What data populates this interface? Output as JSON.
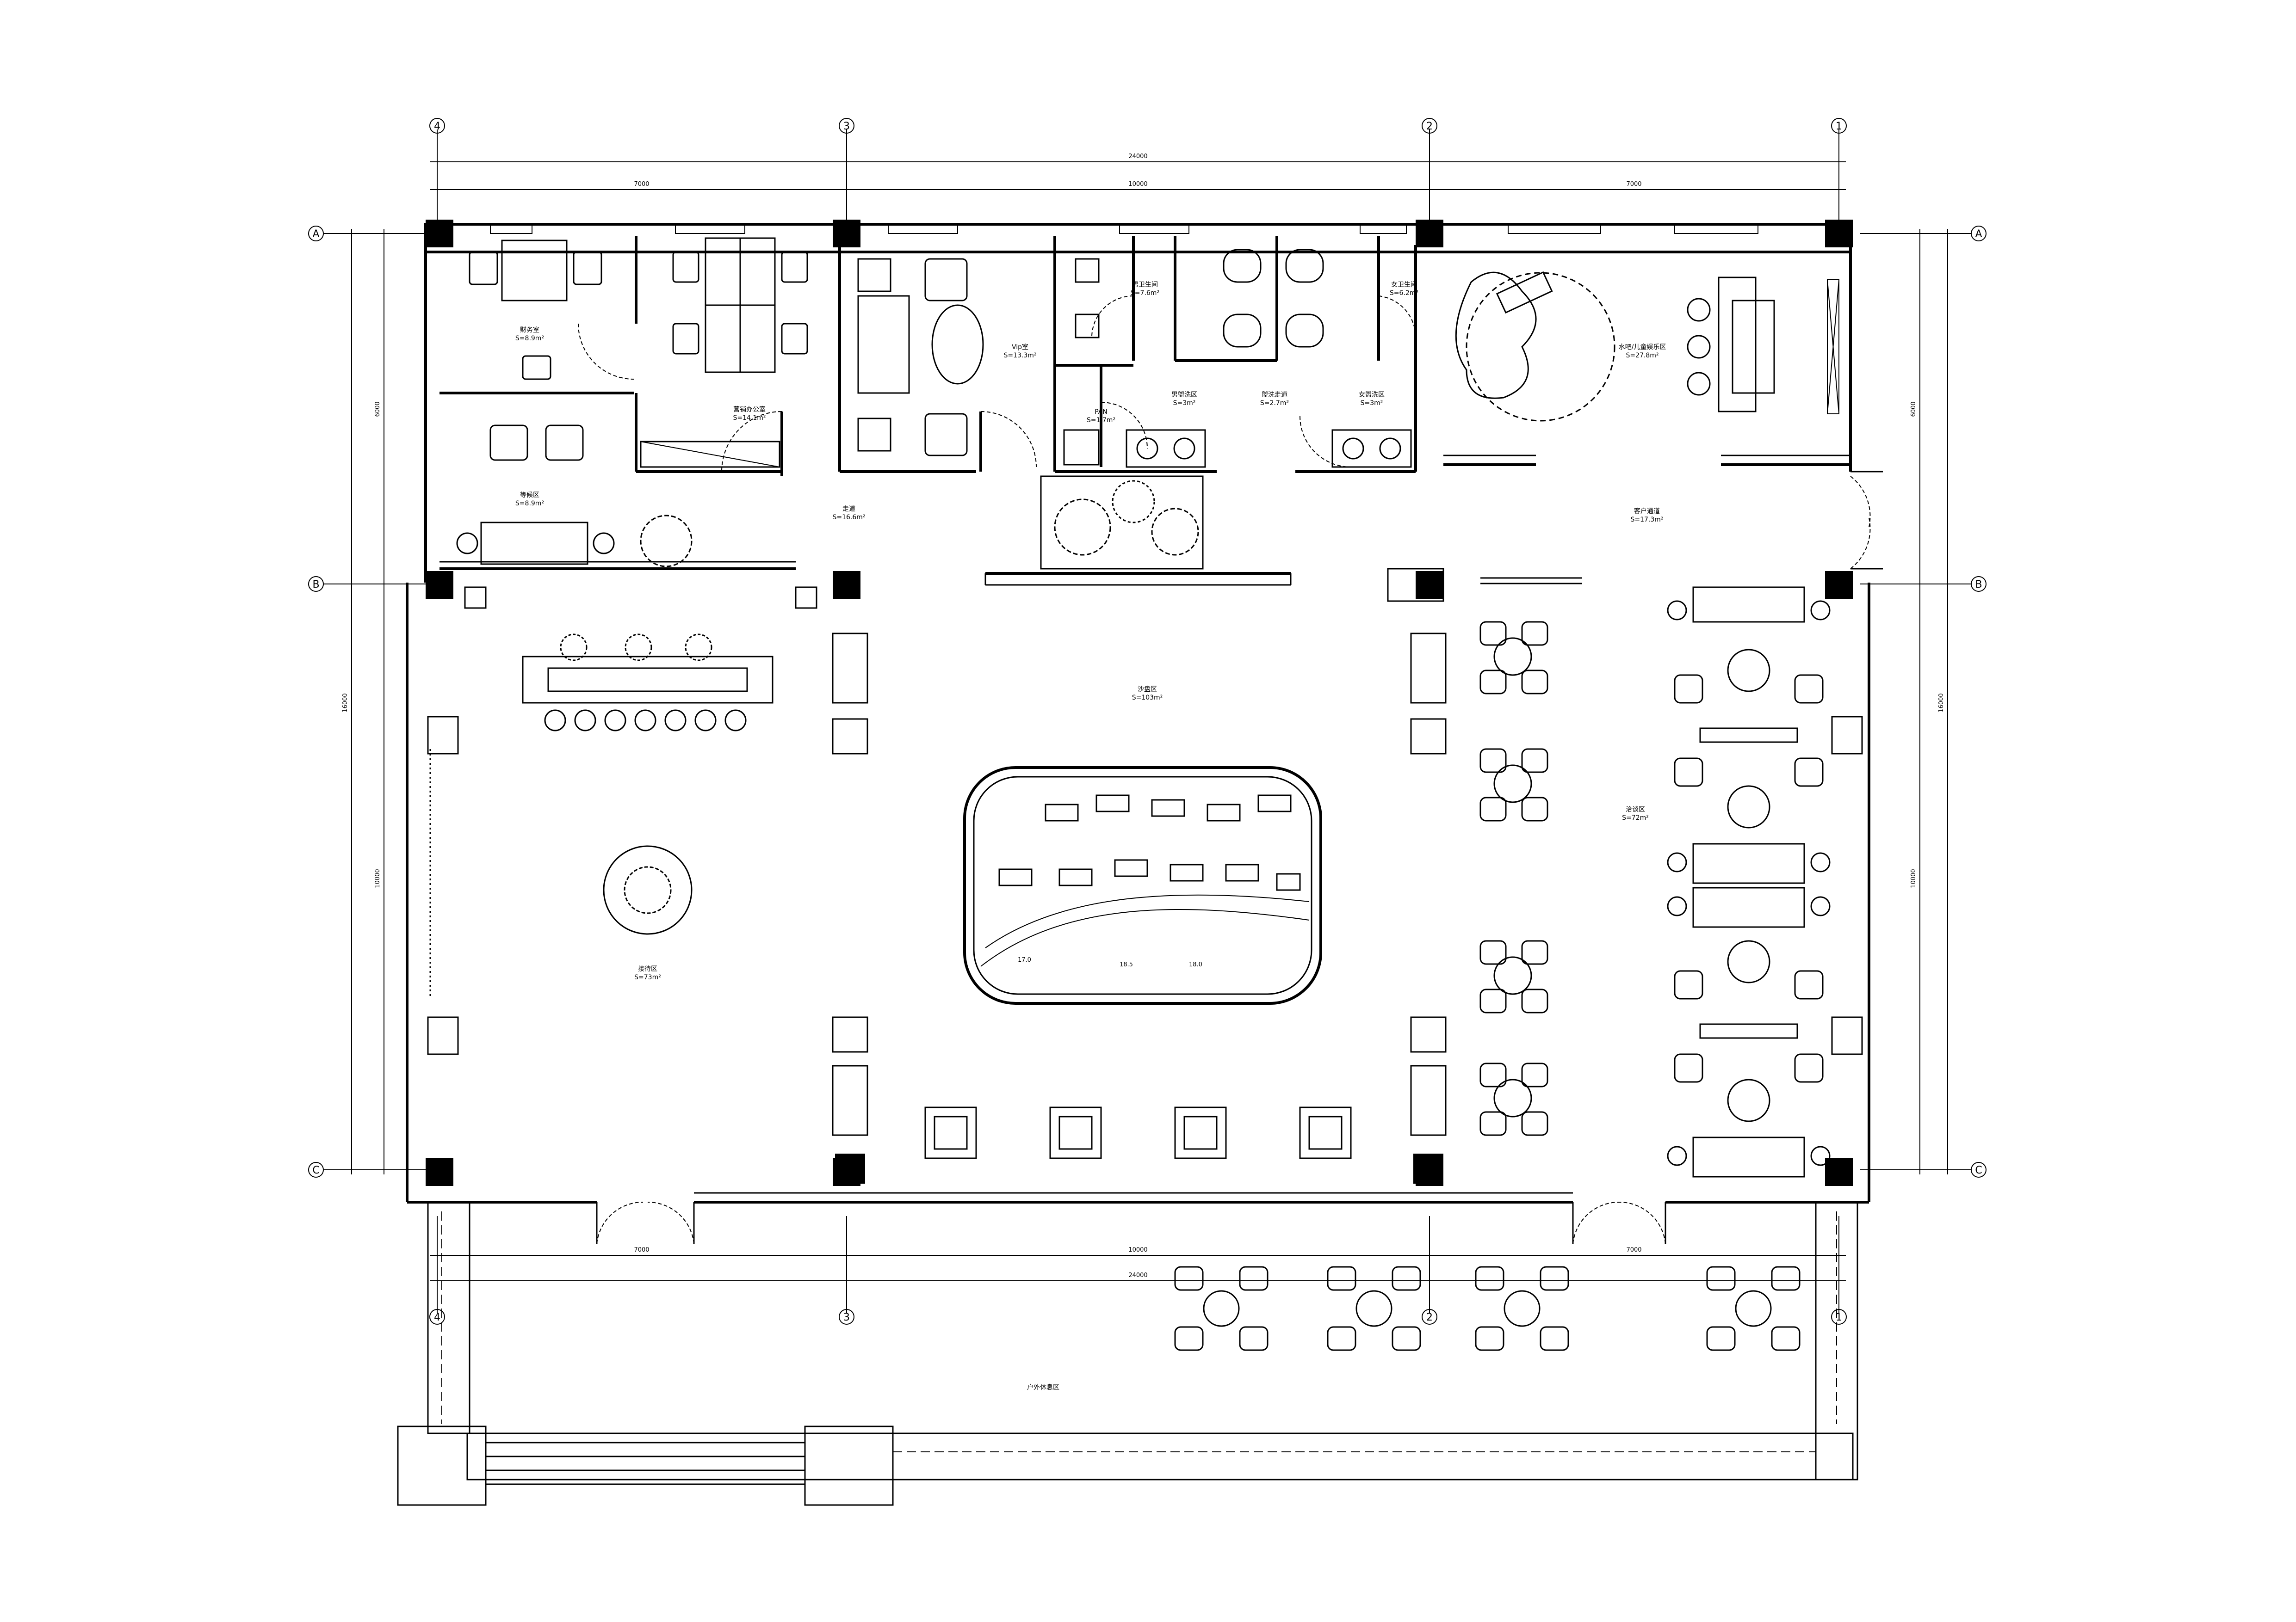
{
  "axes": {
    "columns": [
      "4",
      "3",
      "2",
      "1"
    ],
    "rows": [
      "A",
      "B",
      "C"
    ]
  },
  "dimensions": {
    "top_total": "24000",
    "top_left": "7000",
    "top_mid": "10000",
    "top_right": "7000",
    "side_upper": "6000",
    "side_total": "16000",
    "side_lower": "10000",
    "bottom_left": "7000",
    "bottom_mid": "10000",
    "bottom_right": "7000",
    "bottom_total": "24000"
  },
  "rooms": {
    "finance": {
      "name": "财务室",
      "area": "S=8.9m²"
    },
    "sales_office": {
      "name": "营销办公室",
      "area": "S=14.1m²"
    },
    "waiting": {
      "name": "等候区",
      "area": "S=8.9m²"
    },
    "corridor_left": {
      "name": "走道",
      "area": "S=16.6m²"
    },
    "vip": {
      "name": "Vip室",
      "area": "S=13.3m²"
    },
    "male_wc": {
      "name": "男卫生间",
      "area": "S=7.6m²"
    },
    "female_wc": {
      "name": "女卫生间",
      "area": "S=6.2m²"
    },
    "pantry": {
      "name": "PAN",
      "area": "S=1.7m²"
    },
    "male_wash": {
      "name": "男盥洗区",
      "area": "S=3m²"
    },
    "wash_corridor": {
      "name": "盥洗走道",
      "area": "S=2.7m²"
    },
    "female_wash": {
      "name": "女盥洗区",
      "area": "S=3m²"
    },
    "bar_kids": {
      "name": "水吧/儿童娱乐区",
      "area": "S=27.8m²"
    },
    "vip_passage": {
      "name": "客户通道",
      "area": "S=17.3m²"
    },
    "sand_table": {
      "name": "沙盘区",
      "area": "S=103m²"
    },
    "reception": {
      "name": "接待区",
      "area": "S=73m²"
    },
    "negotiation": {
      "name": "洽谈区",
      "area": "S=72m²"
    },
    "outdoor": {
      "name": "户外休息区",
      "area": ""
    }
  },
  "sand_model_elevations": [
    "17.0",
    "18.5",
    "18.0"
  ]
}
